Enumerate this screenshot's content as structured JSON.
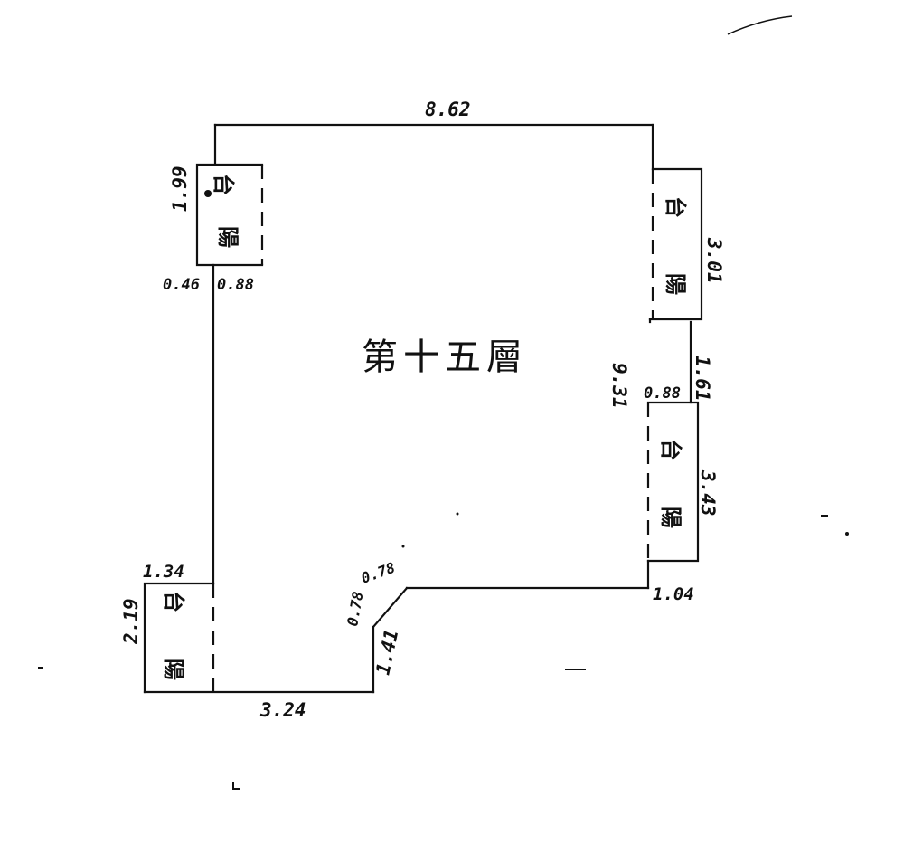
{
  "floor_title": "第十五層",
  "balcony_chars": {
    "top": "台",
    "bottom": "陽"
  },
  "dimensions": {
    "top_width": "8.62",
    "left_balcony_height": "1.99",
    "left_balcony_a": "0.46",
    "left_balcony_b": "0.88",
    "right_top_balcony": "3.01",
    "right_wall": "9.31",
    "right_between": "1.61",
    "right_offset": "0.88",
    "right_bottom_balcony": "3.43",
    "right_bottom": "1.04",
    "chamfer_a": "0.78",
    "chamfer_b": "0.78",
    "step_vertical": "1.41",
    "bottom_width": "3.24",
    "bottom_left_top": "1.34",
    "bottom_left_height": "2.19"
  }
}
